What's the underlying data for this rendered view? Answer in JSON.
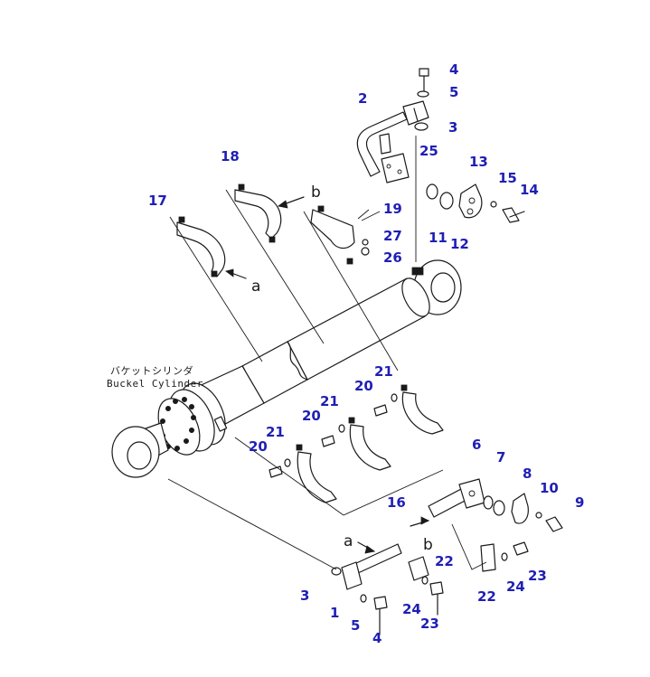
{
  "caption": {
    "line1": "バケットシリンダ",
    "line2": "Buckel Cylinder"
  },
  "callout_color": "#1f1fb4",
  "callouts": [
    {
      "id": "4-top",
      "text": "4"
    },
    {
      "id": "5-top",
      "text": "5"
    },
    {
      "id": "2",
      "text": "2"
    },
    {
      "id": "3-top",
      "text": "3"
    },
    {
      "id": "25",
      "text": "25"
    },
    {
      "id": "18",
      "text": "18"
    },
    {
      "id": "13",
      "text": "13"
    },
    {
      "id": "15",
      "text": "15"
    },
    {
      "id": "14",
      "text": "14"
    },
    {
      "id": "17",
      "text": "17"
    },
    {
      "id": "19",
      "text": "19"
    },
    {
      "id": "27",
      "text": "27"
    },
    {
      "id": "26",
      "text": "26"
    },
    {
      "id": "11",
      "text": "11"
    },
    {
      "id": "12",
      "text": "12"
    },
    {
      "id": "21-a",
      "text": "21"
    },
    {
      "id": "20-a",
      "text": "20"
    },
    {
      "id": "21-b",
      "text": "21"
    },
    {
      "id": "20-b",
      "text": "20"
    },
    {
      "id": "21-c",
      "text": "21"
    },
    {
      "id": "20-c",
      "text": "20"
    },
    {
      "id": "16",
      "text": "16"
    },
    {
      "id": "6",
      "text": "6"
    },
    {
      "id": "7",
      "text": "7"
    },
    {
      "id": "8",
      "text": "8"
    },
    {
      "id": "10",
      "text": "10"
    },
    {
      "id": "9",
      "text": "9"
    },
    {
      "id": "22-a",
      "text": "22"
    },
    {
      "id": "3-bottom",
      "text": "3"
    },
    {
      "id": "24-a",
      "text": "24"
    },
    {
      "id": "23-a",
      "text": "23"
    },
    {
      "id": "22-b",
      "text": "22"
    },
    {
      "id": "24-b",
      "text": "24"
    },
    {
      "id": "1",
      "text": "1"
    },
    {
      "id": "5-bottom",
      "text": "5"
    },
    {
      "id": "23-b",
      "text": "23"
    },
    {
      "id": "4-bottom",
      "text": "4"
    }
  ],
  "view_markers": [
    {
      "id": "a-upper",
      "text": "a"
    },
    {
      "id": "b-upper",
      "text": "b"
    },
    {
      "id": "a-lower",
      "text": "a"
    },
    {
      "id": "b-lower",
      "text": "b"
    }
  ]
}
